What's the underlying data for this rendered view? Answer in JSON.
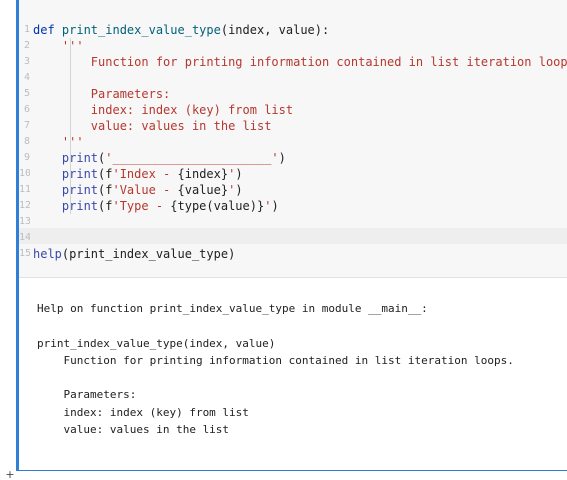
{
  "code_cell": {
    "line_numbers": [
      "1",
      "2",
      "3",
      "4",
      "5",
      "6",
      "7",
      "8",
      "9",
      "10",
      "11",
      "12",
      "13",
      "14",
      "15"
    ],
    "lines": [
      [
        {
          "t": "kw",
          "v": "def "
        },
        {
          "t": "fn",
          "v": "print_index_value_type"
        },
        {
          "t": "punc",
          "v": "(index, value):"
        }
      ],
      [
        {
          "t": "str",
          "v": "    '''"
        }
      ],
      [
        {
          "t": "str",
          "v": "        Function for printing information contained in list iteration loops."
        }
      ],
      [
        {
          "t": "str",
          "v": ""
        }
      ],
      [
        {
          "t": "str",
          "v": "        Parameters:"
        }
      ],
      [
        {
          "t": "str",
          "v": "        index: index (key) from list"
        }
      ],
      [
        {
          "t": "str",
          "v": "        value: values in the list"
        }
      ],
      [
        {
          "t": "str",
          "v": "    '''"
        }
      ],
      [
        {
          "t": "punc",
          "v": "    "
        },
        {
          "t": "bi",
          "v": "print"
        },
        {
          "t": "punc",
          "v": "("
        },
        {
          "t": "str",
          "v": "'______________________'"
        },
        {
          "t": "punc",
          "v": ")"
        }
      ],
      [
        {
          "t": "punc",
          "v": "    "
        },
        {
          "t": "bi",
          "v": "print"
        },
        {
          "t": "punc",
          "v": "(f"
        },
        {
          "t": "str",
          "v": "'Index - "
        },
        {
          "t": "punc",
          "v": "{index}"
        },
        {
          "t": "str",
          "v": "'"
        },
        {
          "t": "punc",
          "v": ")"
        }
      ],
      [
        {
          "t": "punc",
          "v": "    "
        },
        {
          "t": "bi",
          "v": "print"
        },
        {
          "t": "punc",
          "v": "(f"
        },
        {
          "t": "str",
          "v": "'Value - "
        },
        {
          "t": "punc",
          "v": "{value}"
        },
        {
          "t": "str",
          "v": "'"
        },
        {
          "t": "punc",
          "v": ")"
        }
      ],
      [
        {
          "t": "punc",
          "v": "    "
        },
        {
          "t": "bi",
          "v": "print"
        },
        {
          "t": "punc",
          "v": "(f"
        },
        {
          "t": "str",
          "v": "'Type - "
        },
        {
          "t": "punc",
          "v": "{type(value)}"
        },
        {
          "t": "str",
          "v": "'"
        },
        {
          "t": "punc",
          "v": ")"
        }
      ],
      [
        {
          "t": "punc",
          "v": ""
        }
      ],
      [
        {
          "t": "punc",
          "v": ""
        }
      ],
      [
        {
          "t": "bi",
          "v": "help"
        },
        {
          "t": "punc",
          "v": "(print_index_value_type)"
        }
      ]
    ]
  },
  "output": {
    "lines": [
      "Help on function print_index_value_type in module __main__:",
      "",
      "print_index_value_type(index, value)",
      "    Function for printing information contained in list iteration loops.",
      "",
      "    Parameters:",
      "    index: index (key) from list",
      "    value: values in the list"
    ]
  },
  "add_cell_label": "+",
  "colors": {
    "focus": "#2f7ed8",
    "keyword": "#0033b3",
    "string": "#b5382f",
    "builtin": "#3949ab"
  }
}
